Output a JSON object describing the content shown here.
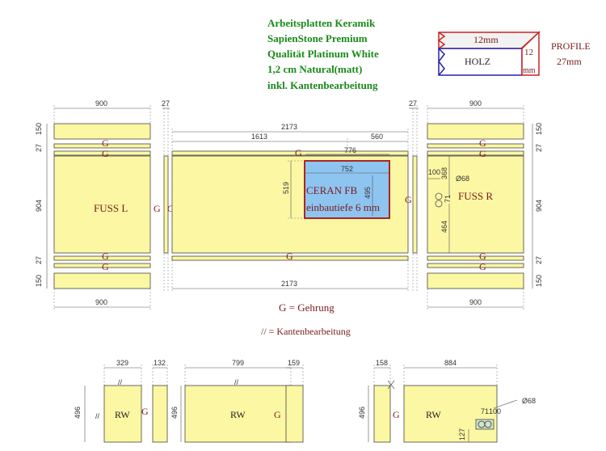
{
  "title_lines": [
    "Arbeitsplatten Keramik",
    "SapienStone Premium",
    "Qualität Platinum White",
    "1,2 cm Natural(matt)",
    "inkl. Kantenbearbeitung"
  ],
  "profile": {
    "label": "PROFILE",
    "total": "27mm",
    "top_label": "12mm",
    "side_label": "12",
    "side_unit": "mm",
    "wood_label": "HOLZ"
  },
  "legend": {
    "g": "G = Gehrung",
    "edge": "// = Kantenbearbeitung"
  },
  "labels": {
    "fuss_l": "FUSS L",
    "fuss_r": "FUSS R",
    "g": "G",
    "rw": "RW",
    "ceran_1": "CERAN FB",
    "ceran_2": "einbautiefe 6 mm",
    "edge_mark": "//"
  },
  "dims": {
    "d900": "900",
    "d27": "27",
    "d2173": "2173",
    "d1613": "1613",
    "d560": "560",
    "d776": "776",
    "d752": "752",
    "d519": "519",
    "d495": "495",
    "d150": "150",
    "d904": "904",
    "d100": "100",
    "d368": "368",
    "d464": "464",
    "d71": "71",
    "d68": "Ø68",
    "d329": "329",
    "d132": "132",
    "d799": "799",
    "d159": "159",
    "d158": "158",
    "d884": "884",
    "d496": "496",
    "d127": "127",
    "d71b": "71",
    "d100b": "100"
  }
}
